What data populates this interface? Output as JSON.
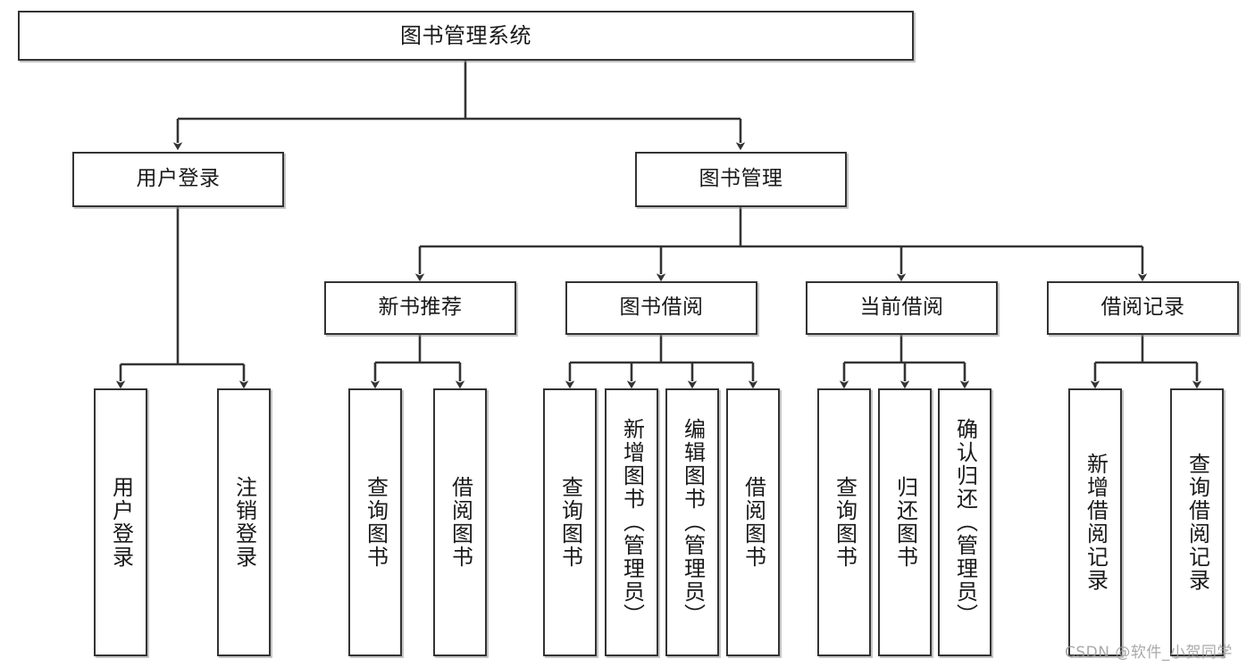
{
  "diagram": {
    "title": "图书管理系统",
    "type": "hierarchy-tree",
    "watermark": "CSDN @软件_小贺同学",
    "colors": {
      "border": "#333333",
      "fill": "#ffffff",
      "connector": "#333333",
      "shadow": "#969696",
      "watermark": "#9b9b9b"
    }
  },
  "nodes": {
    "root": {
      "label": "图书管理系统"
    },
    "level2": [
      {
        "label": "用户登录"
      },
      {
        "label": "图书管理"
      }
    ],
    "level3": [
      {
        "label": "新书推荐"
      },
      {
        "label": "图书借阅"
      },
      {
        "label": "当前借阅"
      },
      {
        "label": "借阅记录"
      }
    ],
    "leaves": {
      "user_login": [
        {
          "label": "用户登录"
        },
        {
          "label": "注销登录"
        }
      ],
      "new_book": [
        {
          "label": "查询图书"
        },
        {
          "label": "借阅图书"
        }
      ],
      "book_borrow": [
        {
          "label": "查询图书"
        },
        {
          "label": "新增图书（管理员）"
        },
        {
          "label": "编辑图书（管理员）"
        },
        {
          "label": "借阅图书"
        }
      ],
      "current_borrow": [
        {
          "label": "查询图书"
        },
        {
          "label": "归还图书"
        },
        {
          "label": "确认归还（管理员）"
        }
      ],
      "borrow_record": [
        {
          "label": "新增借阅记录"
        },
        {
          "label": "查询借阅记录"
        }
      ]
    }
  }
}
